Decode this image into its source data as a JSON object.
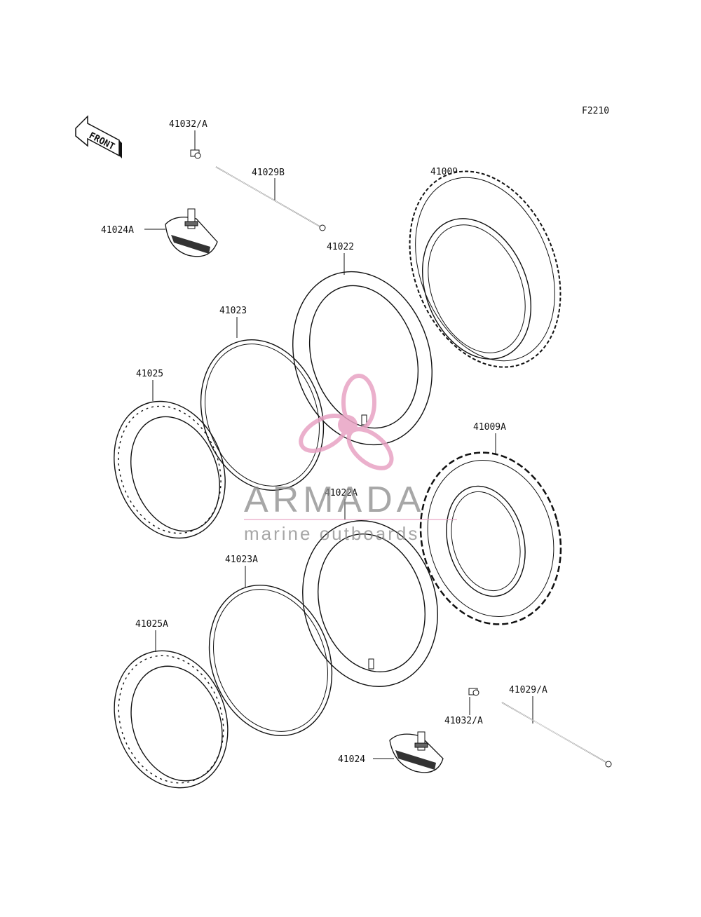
{
  "diagram": {
    "code": "F2210",
    "front_label": "FRONT",
    "parts": [
      {
        "id": "p-41032A-top",
        "label": "41032/A"
      },
      {
        "id": "p-41029B",
        "label": "41029B"
      },
      {
        "id": "p-41024A",
        "label": "41024A"
      },
      {
        "id": "p-41009",
        "label": "41009"
      },
      {
        "id": "p-41022",
        "label": "41022"
      },
      {
        "id": "p-41023",
        "label": "41023"
      },
      {
        "id": "p-41025",
        "label": "41025"
      },
      {
        "id": "p-41009A",
        "label": "41009A"
      },
      {
        "id": "p-41022A",
        "label": "41022A"
      },
      {
        "id": "p-41023A",
        "label": "41023A"
      },
      {
        "id": "p-41025A",
        "label": "41025A"
      },
      {
        "id": "p-41029A",
        "label": "41029/A"
      },
      {
        "id": "p-41032A-bottom",
        "label": "41032/A"
      },
      {
        "id": "p-41024",
        "label": "41024"
      }
    ]
  },
  "watermark": {
    "brand": "ARMADA",
    "tagline": "marine outboards",
    "colors": {
      "logo": "#e8a3c4",
      "text": "#8a8a8a"
    }
  }
}
